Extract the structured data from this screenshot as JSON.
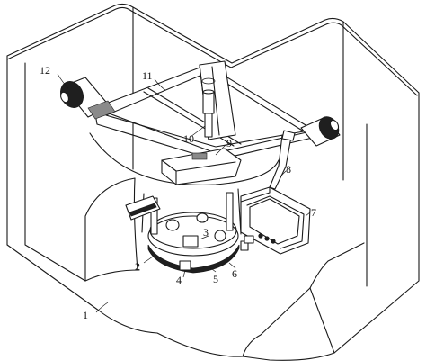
{
  "labels": [
    {
      "id": "1",
      "text": "1"
    },
    {
      "id": "2",
      "text": "2"
    },
    {
      "id": "3",
      "text": "3"
    },
    {
      "id": "4",
      "text": "4"
    },
    {
      "id": "5",
      "text": "5"
    },
    {
      "id": "6",
      "text": "6"
    },
    {
      "id": "7",
      "text": "7"
    },
    {
      "id": "8",
      "text": "8"
    },
    {
      "id": "9",
      "text": "9"
    },
    {
      "id": "10",
      "text": "10"
    },
    {
      "id": "11",
      "text": "11"
    },
    {
      "id": "12",
      "text": "12"
    }
  ],
  "colors": {
    "line": "#1a1a1a",
    "background": "#ffffff",
    "dark_fill": "#1f1f1f"
  }
}
